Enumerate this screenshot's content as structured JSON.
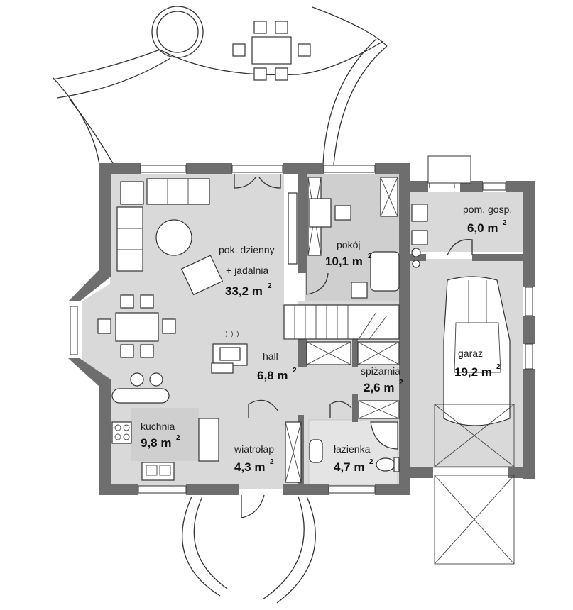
{
  "rooms": {
    "living": {
      "name_line1": "pok. dzienny",
      "name_line2": "+ jadalnia",
      "area": "33,2 m",
      "sup": "2"
    },
    "room": {
      "name": "pokój",
      "area": "10,1 m",
      "sup": "2"
    },
    "hall": {
      "name": "hall",
      "area": "6,8 m",
      "sup": "2"
    },
    "pantry": {
      "name": "spiżarnia",
      "area": "2,6 m",
      "sup": "2"
    },
    "kitchen": {
      "name": "kuchnia",
      "area": "9,8 m",
      "sup": "2"
    },
    "vestibule": {
      "name": "wiatrołap",
      "area": "4,3 m",
      "sup": "2"
    },
    "bathroom": {
      "name": "łazienka",
      "area": "4,7 m",
      "sup": "2"
    },
    "utility": {
      "name": "pom. gosp.",
      "area": "6,0 m",
      "sup": "2"
    },
    "garage": {
      "name": "garaż",
      "area": "19,2 m",
      "sup": "2"
    }
  },
  "colors": {
    "wall": "#6e6e6e",
    "floor": "#d9d9d9"
  }
}
